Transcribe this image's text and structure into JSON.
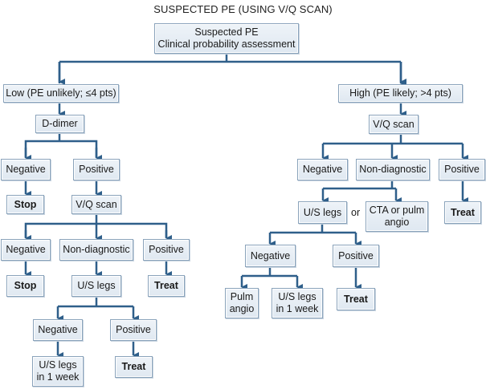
{
  "title": "SUSPECTED PE (USING V/Q SCAN)",
  "colors": {
    "line": "#2f5f8a",
    "box_border": "#8aa3bb",
    "box_fill": "#e6edf5"
  },
  "nodes": {
    "root": "Suspected PE\nClinical probability assessment",
    "low": "Low (PE unlikely; ≤4 pts)",
    "high": "High (PE likely; >4 pts)",
    "ddimer": "D-dimer",
    "dd_neg": "Negative",
    "dd_pos": "Positive",
    "dd_stop": "Stop",
    "l_vq": "V/Q scan",
    "l_vq_neg": "Negative",
    "l_vq_nondiag": "Non-diagnostic",
    "l_vq_pos": "Positive",
    "l_stop2": "Stop",
    "l_us": "U/S legs",
    "l_treat1": "Treat",
    "l_us_neg": "Negative",
    "l_us_pos": "Positive",
    "l_us_week": "U/S legs\nin 1 week",
    "l_treat2": "Treat",
    "h_vq": "V/Q scan",
    "h_vq_neg": "Negative",
    "h_vq_nondiag": "Non-diagnostic",
    "h_vq_pos": "Positive",
    "h_us": "U/S legs",
    "h_or": "or",
    "h_cta": "CTA or pulm\nangio",
    "h_treat1": "Treat",
    "h_us_neg": "Negative",
    "h_us_pos": "Positive",
    "h_pulm": "Pulm\nangio",
    "h_us_week": "U/S legs\nin 1 week",
    "h_treat2": "Treat"
  }
}
